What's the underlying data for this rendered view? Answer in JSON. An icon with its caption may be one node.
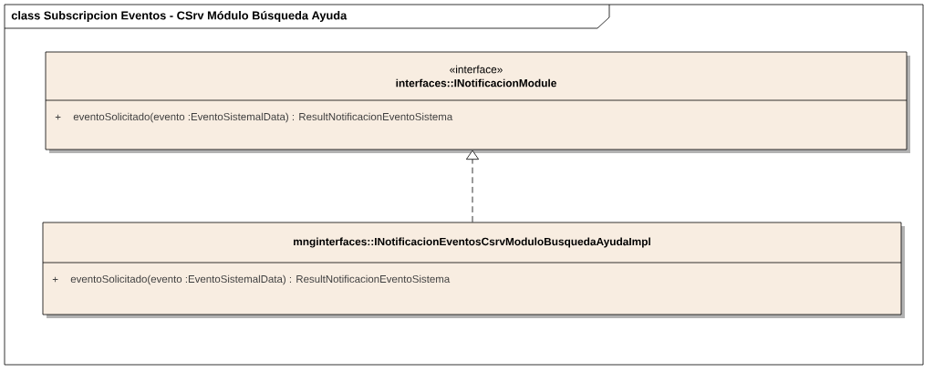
{
  "diagram": {
    "nodes": [
      {
        "text": [
          "class Subscripcion Eventos - CSrv Módulo Búsqueda Ayuda"
        ]
      },
      {
        "text": [
          "«interface»",
          "interfaces::INotificacionModule",
          "+",
          "eventoSolicitado(evento :EventoSistemalData) : ResultNotificacionEventoSistema"
        ],
        "in": 0
      },
      {
        "text": [
          "mnginterfaces::INotificacionEventosCsrvModuloBusquedaAyudaImpl",
          "+",
          "eventoSolicitado(evento :EventoSistemalData) : ResultNotificacionEventoSistema"
        ],
        "in": 0
      }
    ],
    "edges": [
      {
        "from": 2,
        "to": 1,
        "arrow": "to",
        "style": "dashed"
      }
    ]
  }
}
